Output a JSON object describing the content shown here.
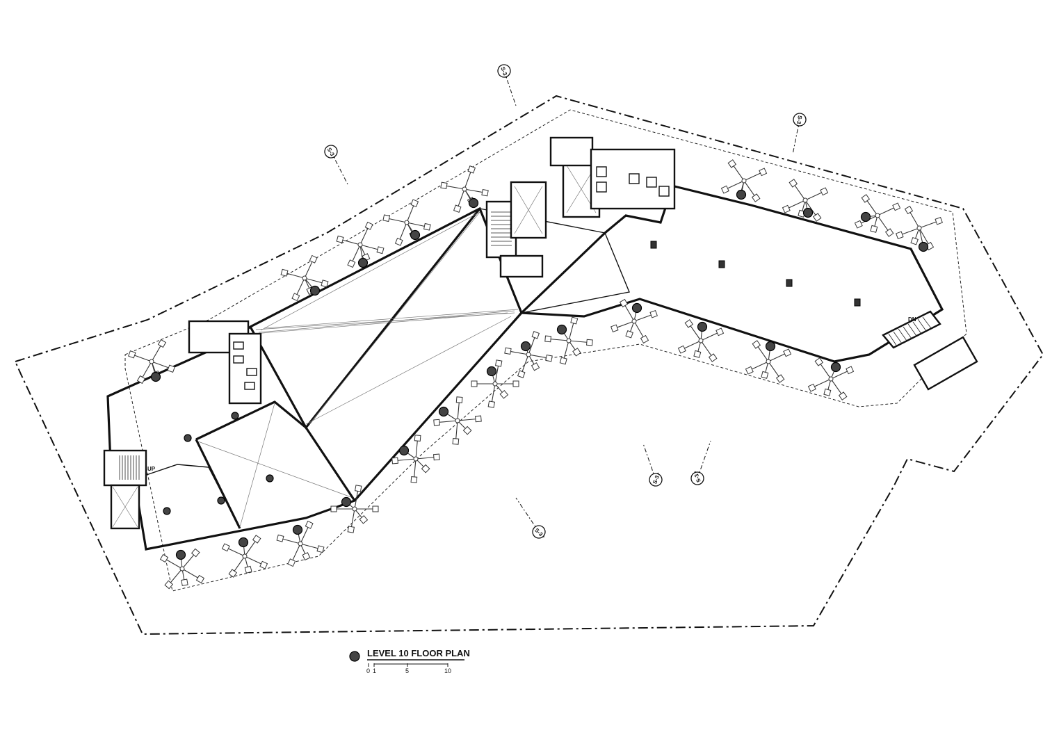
{
  "drawing": {
    "title": "LEVEL 10 FLOOR PLAN",
    "scale_bar": {
      "labels": [
        "0",
        "1",
        "5",
        "10"
      ]
    }
  },
  "section_markers": [
    {
      "id": "marker-1",
      "label": "S-3"
    },
    {
      "id": "marker-2",
      "label": "S-3"
    },
    {
      "id": "marker-3",
      "label": "S-3"
    },
    {
      "id": "marker-4",
      "label": "S-3"
    },
    {
      "id": "marker-5",
      "label": "S-3"
    },
    {
      "id": "marker-6",
      "label": "S-3"
    }
  ],
  "stair_labels": {
    "up_label": "UP",
    "down_label": "DN"
  }
}
